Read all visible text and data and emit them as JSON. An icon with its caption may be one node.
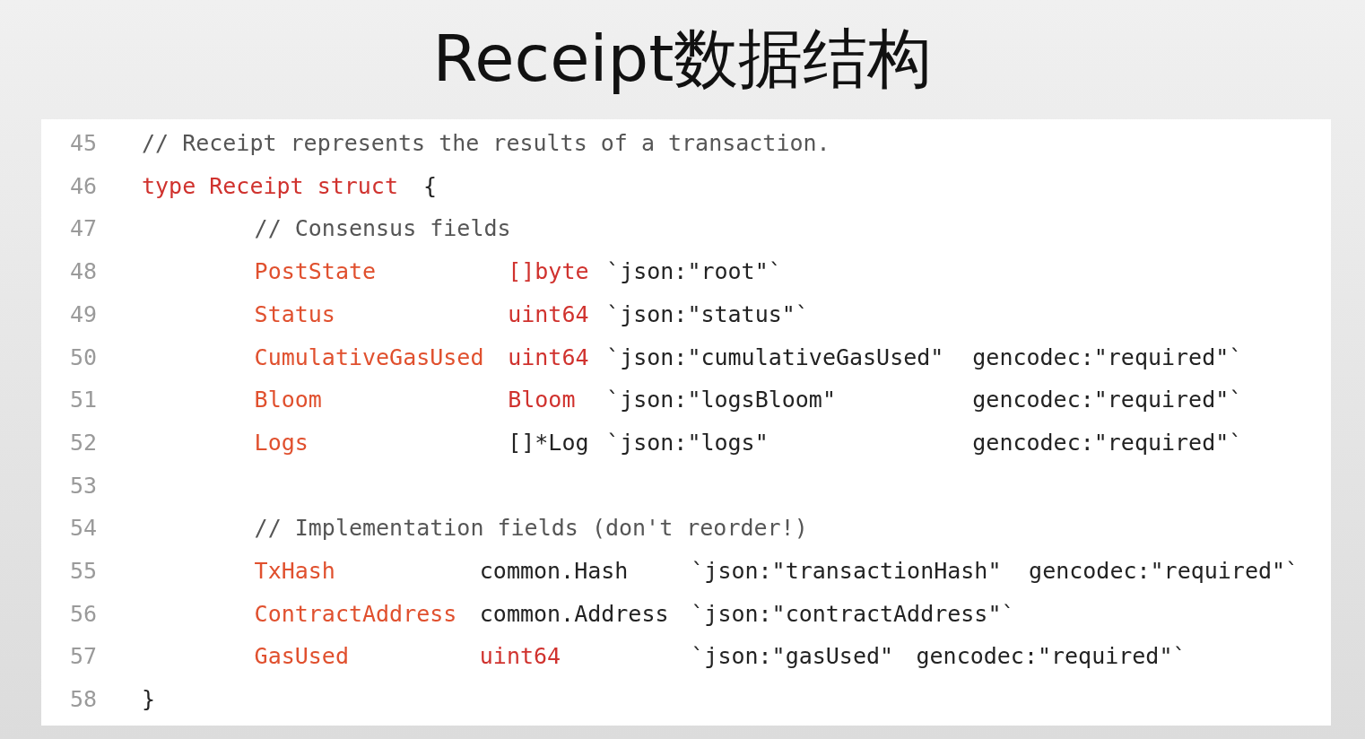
{
  "diagram": {
    "title": "Receipt数据结构",
    "labels": [
      "45",
      "// Receipt represents the results of a transaction.",
      "46",
      "type Receipt struct",
      "{",
      "47",
      "// Consensus fields",
      "48",
      "PostState",
      "[]byte",
      "`json:\"root\"`",
      "49",
      "Status",
      "uint64",
      "`json:\"status\"`",
      "50",
      "CumulativeGasUsed",
      "uint64",
      "`json:\"cumulativeGasUsed\"",
      "gencodec:\"required\"`",
      "51",
      "Bloom",
      "Bloom",
      "`json:\"logsBloom\"",
      "gencodec:\"required\"`",
      "52",
      "Logs",
      "[]*Log",
      "`json:\"logs\"",
      "gencodec:\"required\"`",
      "53",
      "54",
      "// Implementation fields (don't reorder!)",
      "55",
      "TxHash",
      "common.Hash",
      "`json:\"transactionHash\"",
      "gencodec:\"required\"`",
      "56",
      "ContractAddress",
      "common.Address",
      "`json:\"contractAddress\"`",
      "57",
      "GasUsed",
      "uint64",
      "`json:\"gasUsed\"",
      "gencodec:\"required\"`",
      "58",
      "}"
    ]
  }
}
